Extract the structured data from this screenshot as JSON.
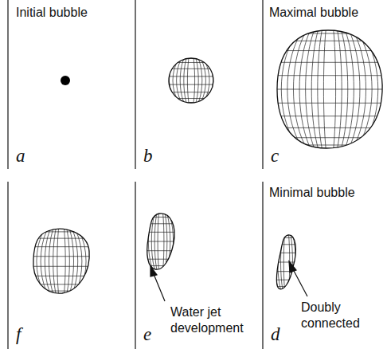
{
  "diagram": {
    "labels": [
      "Initial bubble",
      "Maximal bubble",
      "a",
      "b",
      "c",
      "Minimal bubble",
      "f",
      "e",
      "Water jet development",
      "d",
      "Doubly connected"
    ]
  }
}
